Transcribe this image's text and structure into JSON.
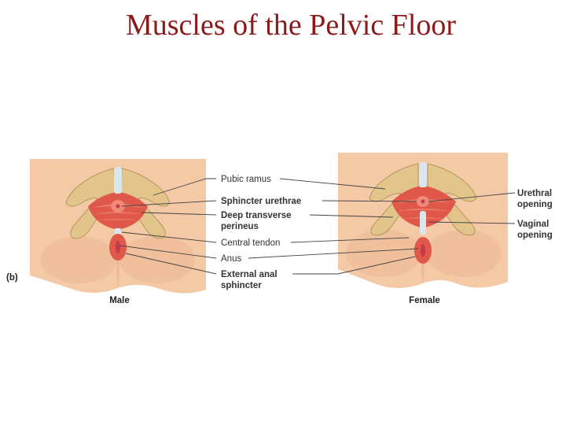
{
  "slide": {
    "title": "Muscles of the Pelvic Floor",
    "title_color": "#8b1a1a"
  },
  "figure": {
    "panel_label": "(b)",
    "male_caption": "Male",
    "female_caption": "Female",
    "center_labels": {
      "pubic_ramus": "Pubic ramus",
      "sphincter_urethrae": "Sphincter urethrae",
      "deep_transverse_1": "Deep transverse",
      "deep_transverse_2": "perineus",
      "central_tendon": "Central tendon",
      "anus": "Anus",
      "external_anal_1": "External anal",
      "external_anal_2": "sphincter"
    },
    "right_labels": {
      "urethral_1": "Urethral",
      "urethral_2": "opening",
      "vaginal_1": "Vaginal",
      "vaginal_2": "opening"
    }
  },
  "colors": {
    "skin": "#f4c9a6",
    "skin_shadow": "#e8ad86",
    "bone": "#e2c58b",
    "bone_edge": "#b8955a",
    "muscle": "#e0584a",
    "muscle_light": "#f08a78",
    "tendon": "#d9e6ee",
    "orifice": "#c23a4a"
  }
}
